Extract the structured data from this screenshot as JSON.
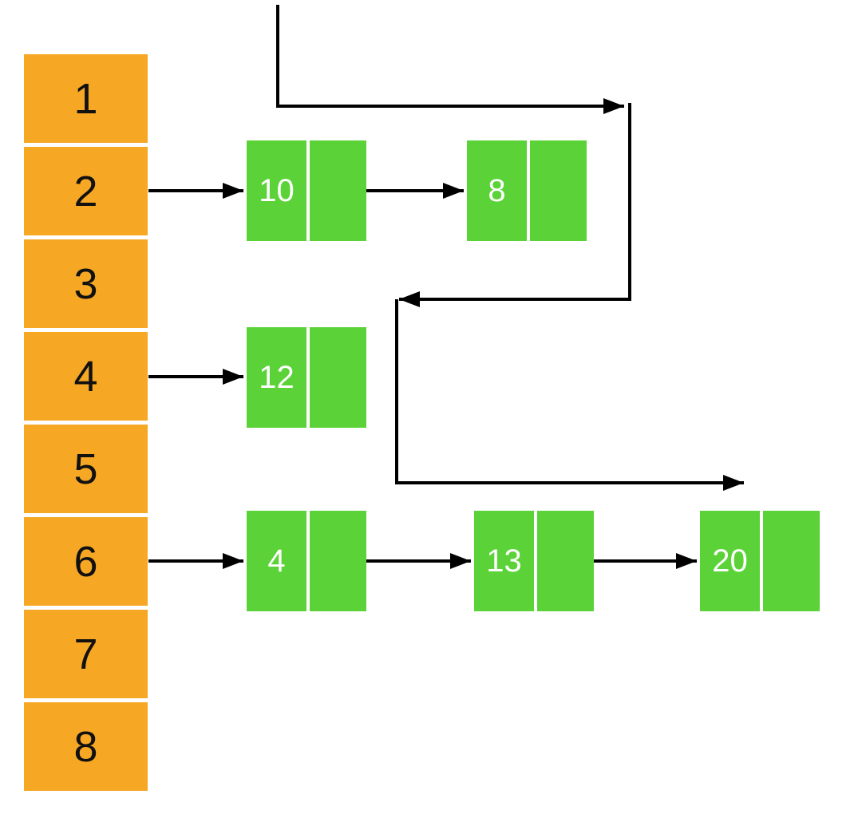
{
  "diagram": {
    "type": "hash-table-separate-chaining",
    "array": {
      "cells": [
        {
          "label": "1"
        },
        {
          "label": "2"
        },
        {
          "label": "3"
        },
        {
          "label": "4"
        },
        {
          "label": "5"
        },
        {
          "label": "6"
        },
        {
          "label": "7"
        },
        {
          "label": "8"
        }
      ]
    },
    "nodes": [
      {
        "value": "10"
      },
      {
        "value": "8"
      },
      {
        "value": "12"
      },
      {
        "value": "4"
      },
      {
        "value": "13"
      },
      {
        "value": "20"
      }
    ],
    "chains": [
      {
        "bucket": "2",
        "values": [
          "10",
          "8"
        ]
      },
      {
        "bucket": "4",
        "values": [
          "12"
        ]
      },
      {
        "bucket": "6",
        "values": [
          "4",
          "13",
          "20"
        ]
      }
    ],
    "external_pointers": [
      {
        "name": "top-entry",
        "shape": "from top edge, down then right",
        "arrow_direction": "right"
      },
      {
        "name": "wrap-back",
        "shape": "down then left between node rows",
        "arrow_direction": "left"
      },
      {
        "name": "wrap-forward",
        "shape": "down then right above bottom chain",
        "arrow_direction": "right"
      }
    ]
  },
  "colors": {
    "array_cell": "#F6A724",
    "node": "#5BD338",
    "line": "#000000",
    "node_text": "#FFFFFF",
    "cell_text": "#111111",
    "node_divider": "#FFFFFF",
    "background": "#FFFFFF"
  }
}
